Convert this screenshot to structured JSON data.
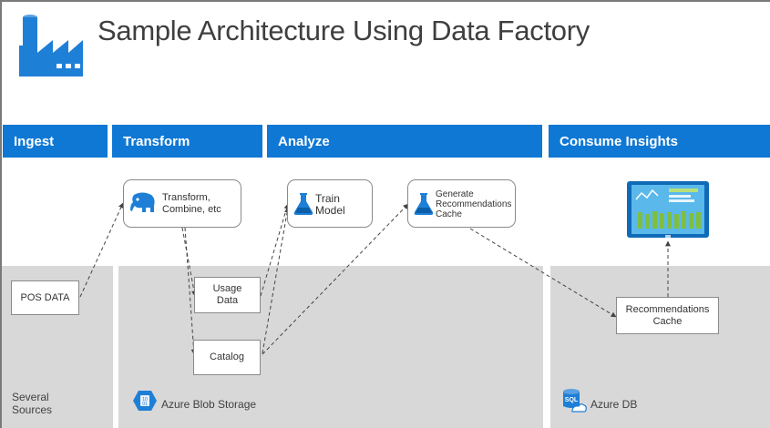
{
  "title": "Sample Architecture Using Data Factory",
  "colors": {
    "band": "#0f78d4",
    "zone": "#d8d8d8",
    "accent": "#1e7fd6"
  },
  "bands": [
    {
      "label": "Ingest"
    },
    {
      "label": "Transform"
    },
    {
      "label": "Analyze"
    },
    {
      "label": "Consume Insights"
    }
  ],
  "nodes": {
    "transform": {
      "line1": "Transform,",
      "line2": "Combine, etc",
      "icon": "hadoop-elephant-icon"
    },
    "train": {
      "line1": "Train",
      "line2": "Model",
      "icon": "flask-icon"
    },
    "generate": {
      "line1": "Generate",
      "line2": "Recommendations",
      "line3": "Cache",
      "icon": "flask-icon"
    },
    "pos": {
      "label": "POS DATA"
    },
    "usage": {
      "line1": "Usage",
      "line2": "Data"
    },
    "catalog": {
      "label": "Catalog"
    },
    "reccache": {
      "line1": "Recommendations",
      "line2": "Cache"
    }
  },
  "zones": {
    "sources": {
      "line1": "Several",
      "line2": "Sources"
    },
    "blob": {
      "label": "Azure Blob Storage",
      "icon": "blob-storage-icon"
    },
    "db": {
      "label": "Azure DB",
      "icon": "sql-database-icon"
    }
  },
  "dashboard": {
    "icon": "dashboard-monitor-icon"
  }
}
